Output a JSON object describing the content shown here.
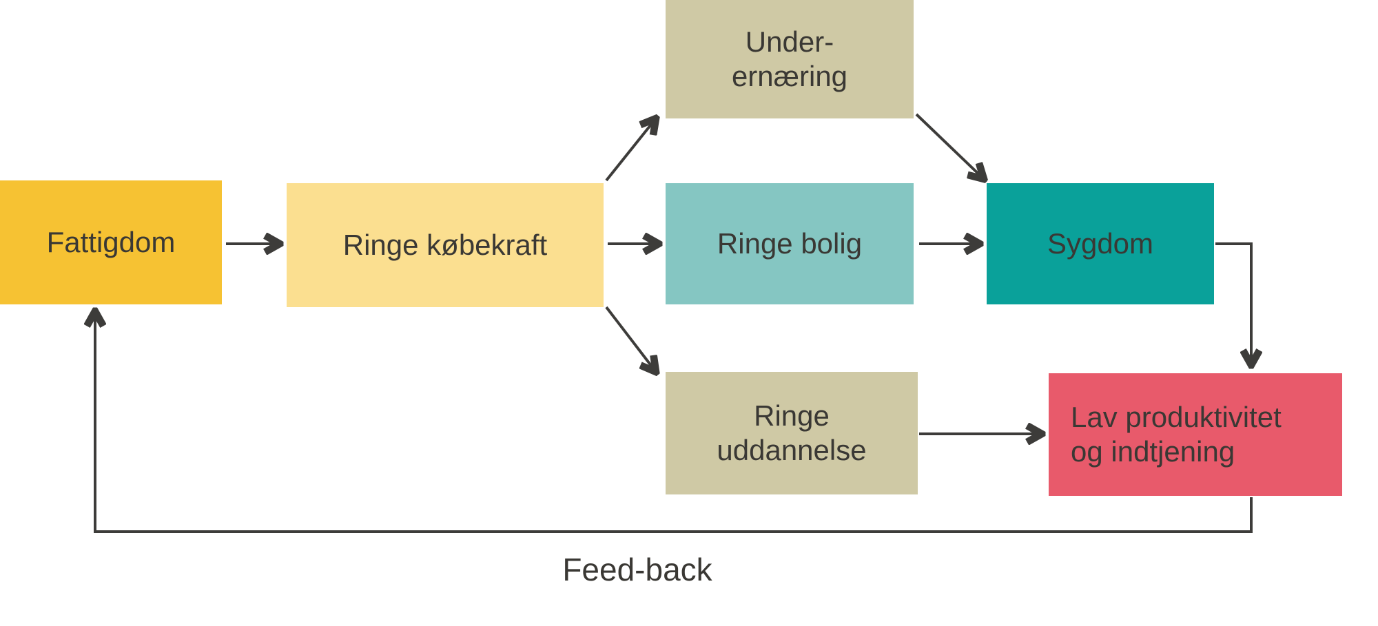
{
  "diagram": {
    "background": "#ffffff",
    "arrow_color": "#3d3c3a",
    "text_color": "#3a3834",
    "feedback_label": "Feed-back",
    "nodes": {
      "fattigdom": {
        "label": "Fattigdom",
        "color": "#f6c233"
      },
      "ringe_kobekraft": {
        "label": "Ringe købekraft",
        "color": "#fbdf90"
      },
      "under_ernaering": {
        "label": "Under-\nernæring",
        "color": "#cfc9a5"
      },
      "ringe_bolig": {
        "label": "Ringe bolig",
        "color": "#85c6c2"
      },
      "sygdom": {
        "label": "Sygdom",
        "color": "#0aa19a"
      },
      "ringe_uddannelse": {
        "label": "Ringe\nuddannelse",
        "color": "#cfc9a5"
      },
      "lav_produktivitet": {
        "label": "Lav produktivitet\nog indtjening",
        "color": "#e85a6b"
      }
    }
  }
}
